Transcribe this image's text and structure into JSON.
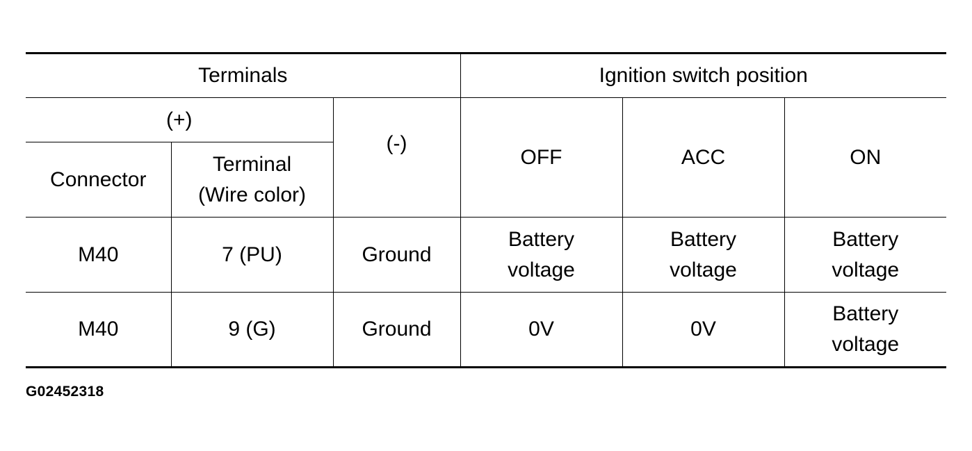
{
  "table": {
    "header": {
      "terminals": "Terminals",
      "ignition_switch_position": "Ignition switch position",
      "plus": "(+)",
      "minus": "(-)",
      "connector": "Connector",
      "terminal_line1": "Terminal",
      "terminal_line2": "(Wire color)",
      "off": "OFF",
      "acc": "ACC",
      "on": "ON"
    },
    "rows": [
      {
        "connector": "M40",
        "terminal": "7 (PU)",
        "minus": "Ground",
        "off": [
          "Battery",
          "voltage"
        ],
        "acc": [
          "Battery",
          "voltage"
        ],
        "on": [
          "Battery",
          "voltage"
        ]
      },
      {
        "connector": "M40",
        "terminal": "9 (G)",
        "minus": "Ground",
        "off": [
          "0V"
        ],
        "acc": [
          "0V"
        ],
        "on": [
          "Battery",
          "voltage"
        ]
      }
    ]
  },
  "figure_id": "G02452318"
}
